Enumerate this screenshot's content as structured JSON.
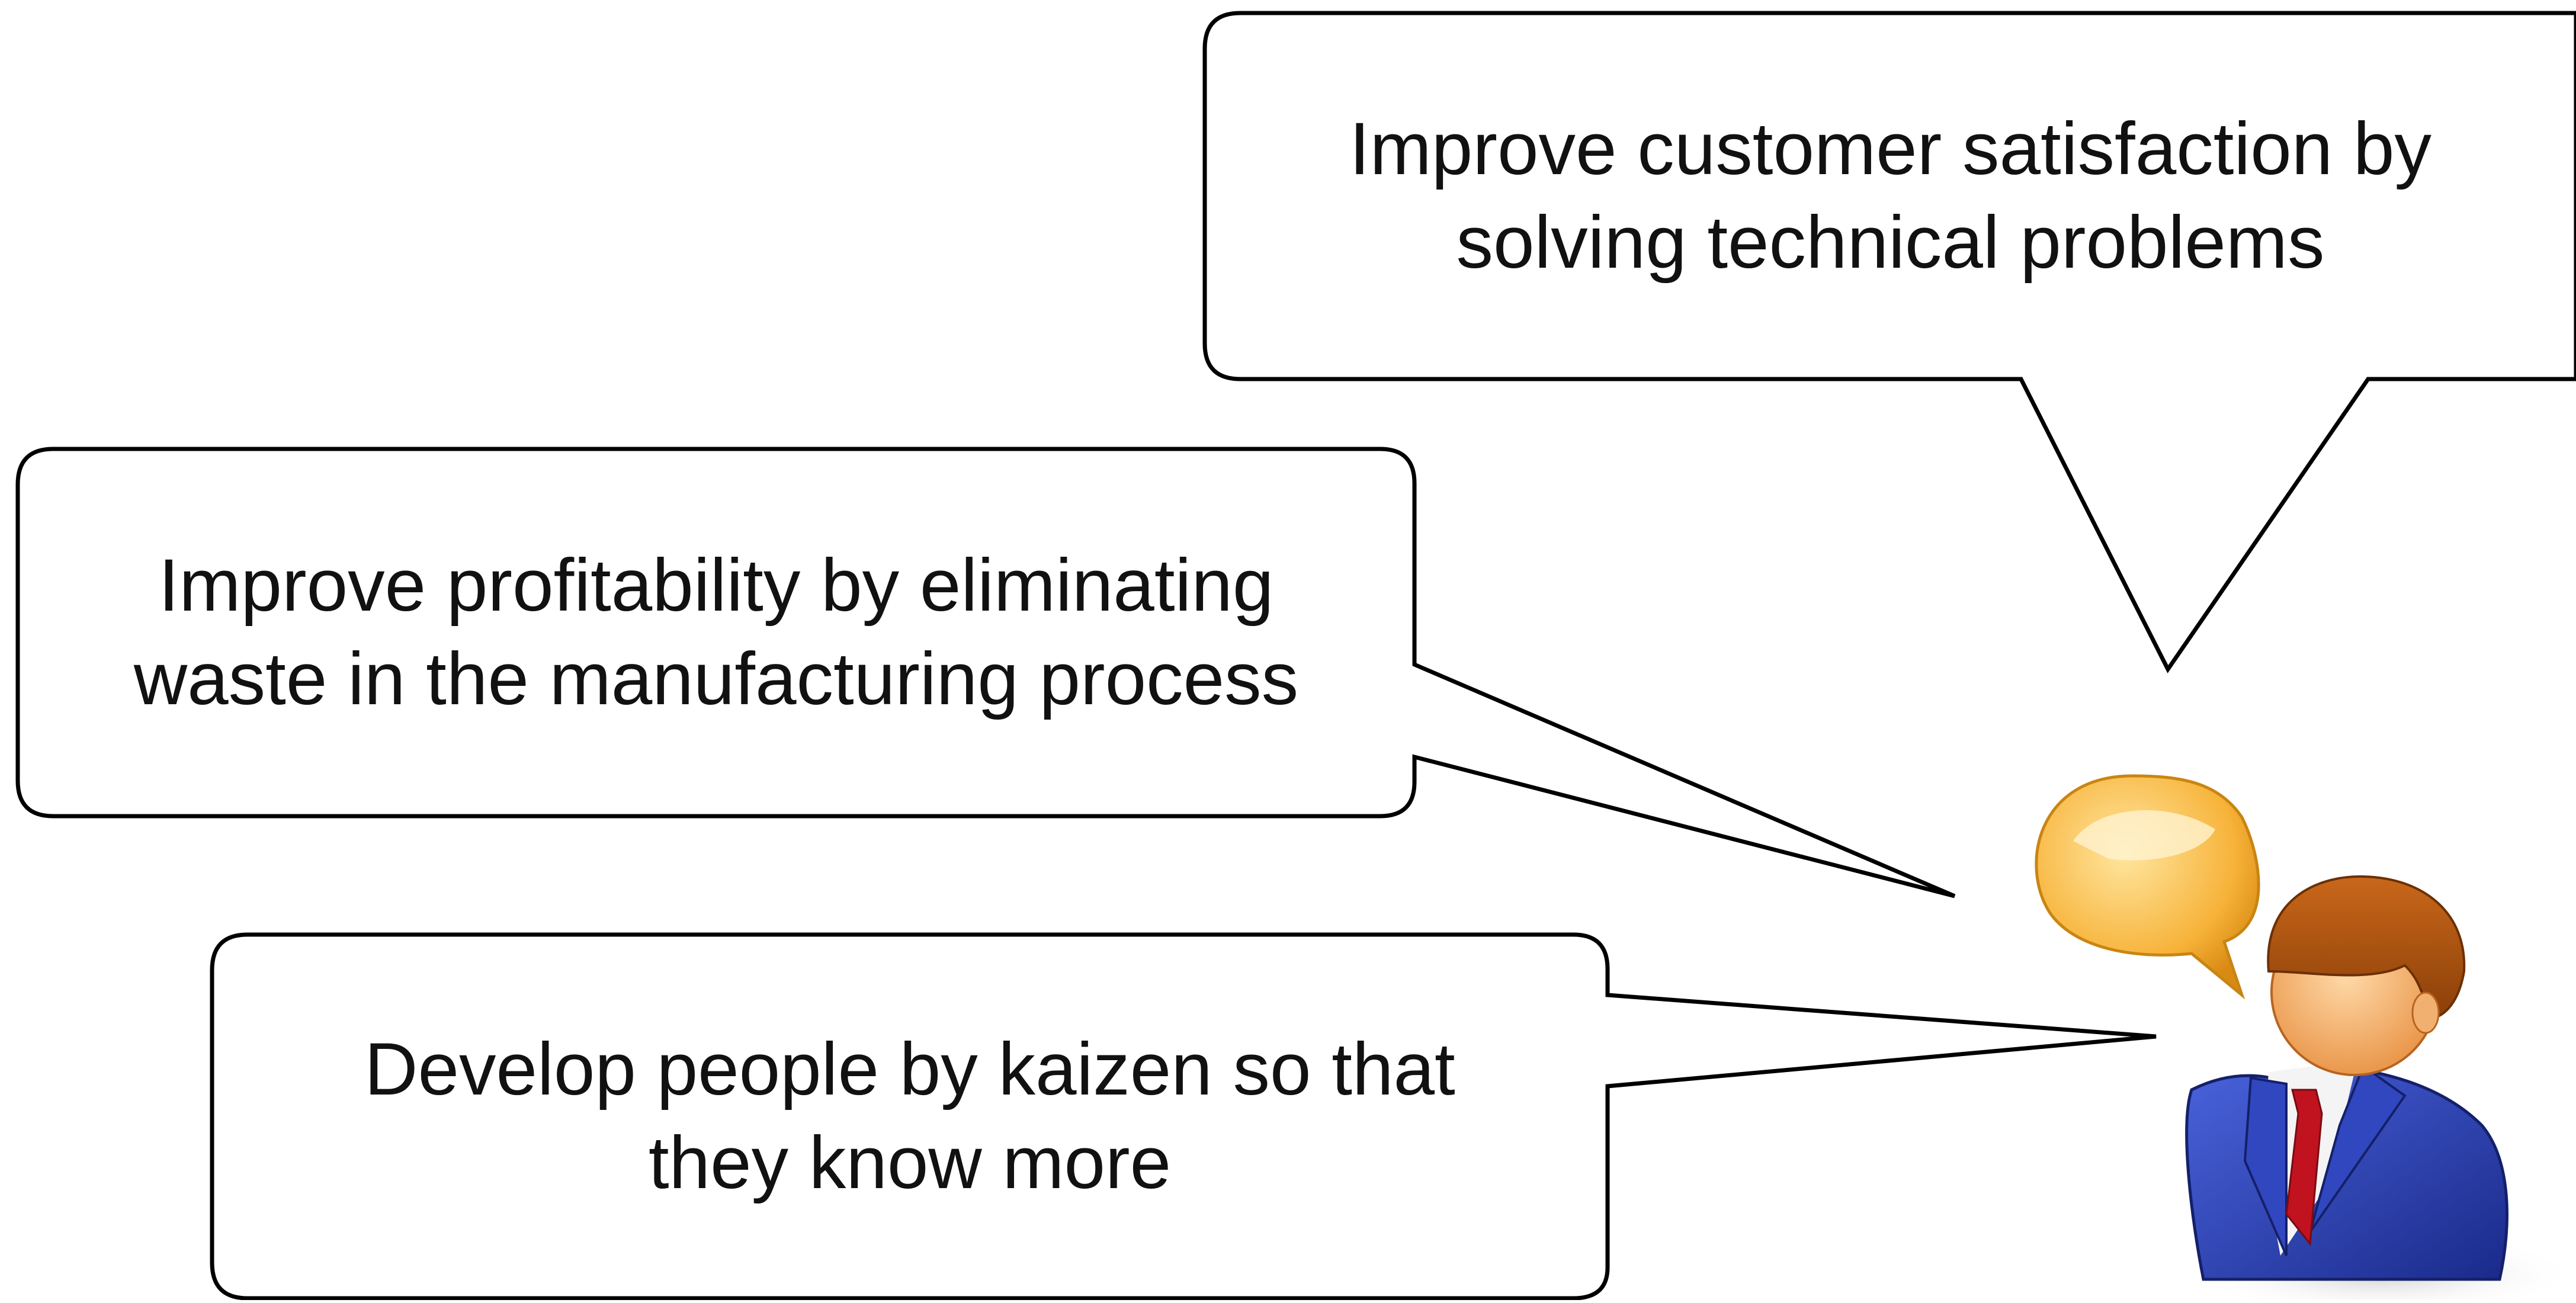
{
  "callouts": {
    "customer": {
      "line1": "Improve customer satisfaction by",
      "line2": "solving technical problems"
    },
    "profit": {
      "line1": "Improve profitability by eliminating",
      "line2": "waste in the manufacturing process"
    },
    "people": {
      "line1": "Develop people by kaizen so that",
      "line2": "they know more"
    }
  },
  "figure": {
    "icon": "businessman-speaking-icon"
  },
  "colors": {
    "outline": "#000000",
    "bubble_fill": "#ffffff",
    "suit": "#2b3fb4",
    "tie": "#c0121f",
    "hair": "#a8520f",
    "skin": "#f2b070",
    "speech_bubble": "#f7b33a"
  }
}
